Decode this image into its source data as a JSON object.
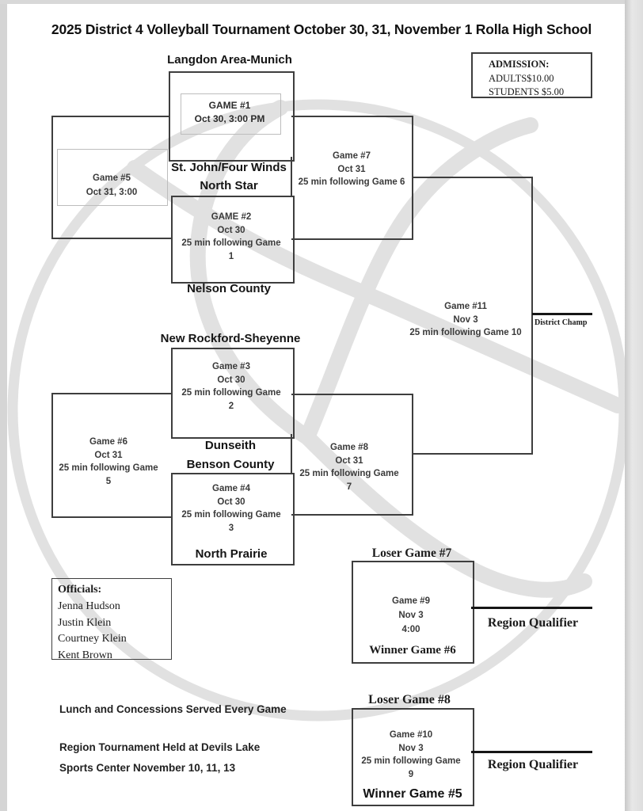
{
  "title": "2025 District 4 Volleyball Tournament October 30, 31, November 1 Rolla High School",
  "admission": {
    "heading": "ADMISSION:",
    "adults": "ADULTS$10.00",
    "students": "STUDENTS $5.00"
  },
  "teams": {
    "langdon": "Langdon Area-Munich",
    "stjohn": "St. John/Four Winds",
    "northstar": "North Star",
    "nelson": "Nelson County",
    "newrockford": "New Rockford-Sheyenne",
    "dunseith": "Dunseith",
    "benson": "Benson County",
    "northprairie": "North Prairie"
  },
  "games": {
    "g1": [
      "GAME #1",
      "Oct 30, 3:00 PM"
    ],
    "g2": [
      "GAME #2",
      "Oct 30",
      "25 min following Game",
      "1"
    ],
    "g3": [
      "Game #3",
      "Oct 30",
      "25 min following Game",
      "2"
    ],
    "g4": [
      "Game #4",
      "Oct 30",
      "25 min following Game",
      "3"
    ],
    "g5": [
      "Game #5",
      "Oct 31, 3:00"
    ],
    "g6": [
      "Game #6",
      "Oct 31",
      "25 min following Game",
      "5"
    ],
    "g7": [
      "Game #7",
      "Oct 31",
      "25 min following Game 6"
    ],
    "g8": [
      "Game #8",
      "Oct 31",
      "25 min following Game",
      "7"
    ],
    "g9": [
      "Game #9",
      "Nov 3",
      "4:00"
    ],
    "g10": [
      "Game #10",
      "Nov 3",
      "25 min following Game",
      "9"
    ],
    "g11": [
      "Game #11",
      "Nov 3",
      "25 min following Game 10"
    ]
  },
  "results": {
    "district_champ": "District Champ",
    "region_qualifier": "Region Qualifier",
    "loser_game7": "Loser Game #7",
    "winner_game6": "Winner Game #6",
    "loser_game8": "Loser Game #8",
    "winner_game5": "Winner Game #5"
  },
  "officials": {
    "heading": "Officials:",
    "names": [
      "Jenna Hudson",
      "Justin Klein",
      "Courtney Klein",
      "Kent Brown"
    ]
  },
  "notes": {
    "lunch": "Lunch and Concessions Served Every Game",
    "region_line1": "Region Tournament Held at Devils Lake",
    "region_line2": "Sports Center November 10, 11, 13"
  },
  "colors": {
    "line": "#3e3e3e",
    "heavy_line": "#161616",
    "watermark": "#d8d8d8",
    "page": "#ffffff"
  }
}
